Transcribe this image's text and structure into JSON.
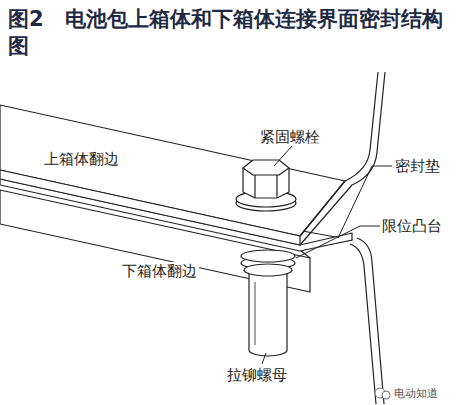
{
  "diagram": {
    "title": "图2　电池包上箱体和下箱体连接界面密封结构图",
    "labels": [
      "紧固螺栓",
      "上箱体翻边",
      "密封垫",
      "限位凸台",
      "下箱体翻边",
      "拉铆螺母",
      "电动知道"
    ]
  }
}
